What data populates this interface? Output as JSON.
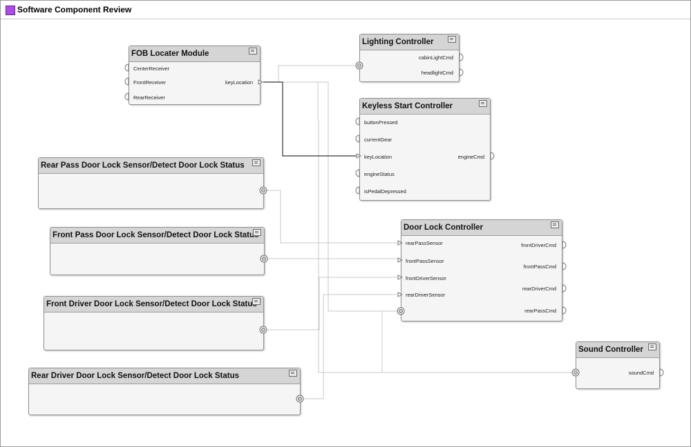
{
  "window": {
    "title": "Software Component Review"
  },
  "colors": {
    "title_icon": "#b04bf0",
    "block_fill": "#f5f5f5",
    "header_fill": "#d5d5d5",
    "wire": "#c8c8c8",
    "wire_selected": "#333333"
  },
  "blocks": {
    "fob": {
      "title": "FOB Locater Module",
      "ports": [
        "CenterReceiver",
        "FrontReceiver",
        "RearReceiver",
        "keyLocation"
      ]
    },
    "lighting": {
      "title": "Lighting Controller",
      "ports": [
        "cabinLightCmd",
        "headlightCmd"
      ]
    },
    "keyless": {
      "title": "Keyless Start Controller",
      "ports": [
        "buttonPressed",
        "currentGear",
        "keyLocation",
        "engineStatus",
        "isPedalDepressed",
        "engineCmd"
      ]
    },
    "rear_pass": {
      "title": "Rear Pass Door Lock Sensor/Detect Door Lock Status"
    },
    "front_pass": {
      "title": "Front Pass Door Lock Sensor/Detect Door Lock Status"
    },
    "front_driver": {
      "title": "Front Driver Door Lock Sensor/Detect Door Lock Status"
    },
    "rear_driver": {
      "title": "Rear Driver Door Lock Sensor/Detect Door Lock Status"
    },
    "door_lock": {
      "title": "Door Lock Controller",
      "ports": [
        "rearPassSensor",
        "frontPassSensor",
        "frontDriverSensor",
        "rearDriverSensor",
        "frontDriverCmd",
        "frontPassCmd",
        "rearDriverCmd",
        "rearPassCmd"
      ]
    },
    "sound": {
      "title": "Sound Controller",
      "ports": [
        "soundCmd"
      ]
    }
  }
}
